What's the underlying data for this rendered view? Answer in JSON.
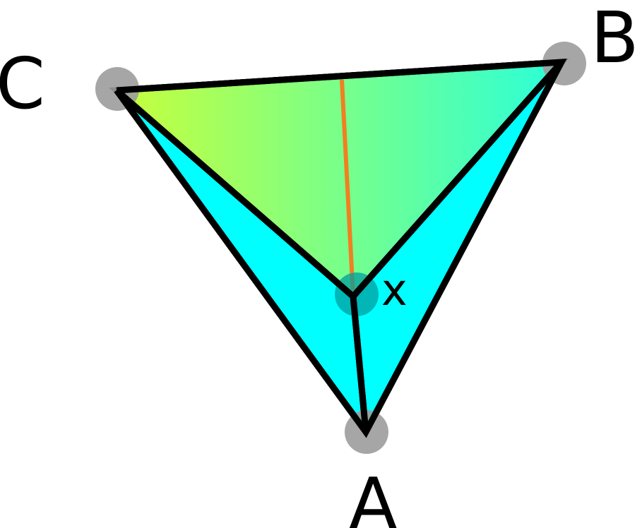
{
  "labels": {
    "A": "A",
    "B": "B",
    "C": "C",
    "x": "x"
  },
  "colors": {
    "outer_fill": "#00ffff",
    "gradient_start": "#c8ff3a",
    "gradient_end": "#2affd9",
    "segment": "#f08020",
    "outline": "#000000",
    "vertex_marker": "#9c9c9c",
    "interior_marker": "#009e9e"
  }
}
